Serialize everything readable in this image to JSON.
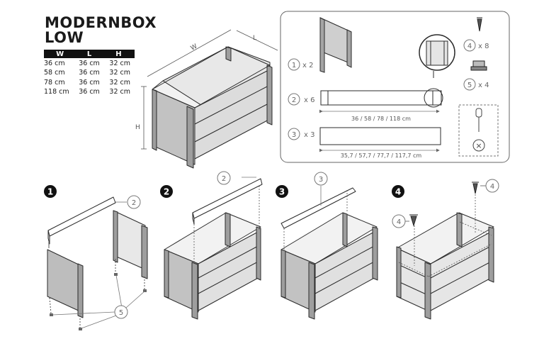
{
  "title": {
    "line1": "MODERNBOX",
    "line2": "LOW"
  },
  "dimensions": {
    "headers": [
      "W",
      "L",
      "H"
    ],
    "rows": [
      [
        "36 cm",
        "36 cm",
        "32 cm"
      ],
      [
        "58 cm",
        "36 cm",
        "32 cm"
      ],
      [
        "78 cm",
        "36 cm",
        "32 cm"
      ],
      [
        "118 cm",
        "36 cm",
        "32 cm"
      ]
    ]
  },
  "diagram_labels": {
    "w": "W",
    "l": "L",
    "h": "H"
  },
  "parts": {
    "p1_qty": "x 2",
    "p2_qty": "x 6",
    "p2_len": "36 / 58 / 78 / 118 cm",
    "p3_qty": "x 3",
    "p3_len": "35,7 / 57,7 / 77,7 / 117,7 cm",
    "p4_qty": "x 8",
    "p5_qty": "x 4",
    "p1_num": "1",
    "p2_num": "2",
    "p3_num": "3",
    "p4_num": "4",
    "p5_num": "5",
    "forbidden_mark": "×"
  },
  "steps": {
    "s1": "1",
    "s2": "2",
    "s3": "3",
    "s4": "4",
    "s1_callout_a": "2",
    "s1_callout_b": "5",
    "s2_callout": "2",
    "s3_callout": "3",
    "s4_callout_a": "4",
    "s4_callout_b": "4"
  },
  "colors": {
    "panel": "#c4c4c4",
    "panel_light": "#e6e6e6",
    "line": "#2b2b2b",
    "badge": "#111111"
  }
}
